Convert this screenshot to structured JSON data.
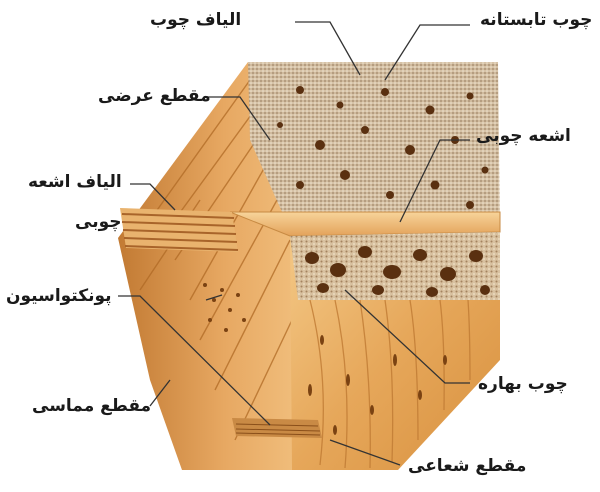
{
  "labels": {
    "summerwood": "چوب تابستانه",
    "wood_fibers": "الیاف چوب",
    "cross_section": "مقطع عرضی",
    "wood_rays": "اشعه چوبی",
    "ray_fibers_line1": "الیاف اشعه",
    "ray_fibers_line2": "چوبی",
    "punctuation": "پونکتواسیون",
    "springwood": "چوب بهاره",
    "tangential_section": "مقطع مماسی",
    "radial_section": "مقطع شعاعی"
  },
  "colors": {
    "wood_light": "#f3c98a",
    "wood_mid": "#dc9c4c",
    "wood_dark": "#b46a25",
    "pores_bg": "#c9b49a",
    "pore_hole": "#5a3010",
    "leader_line": "#333333",
    "label_text": "#1a1a1a"
  }
}
